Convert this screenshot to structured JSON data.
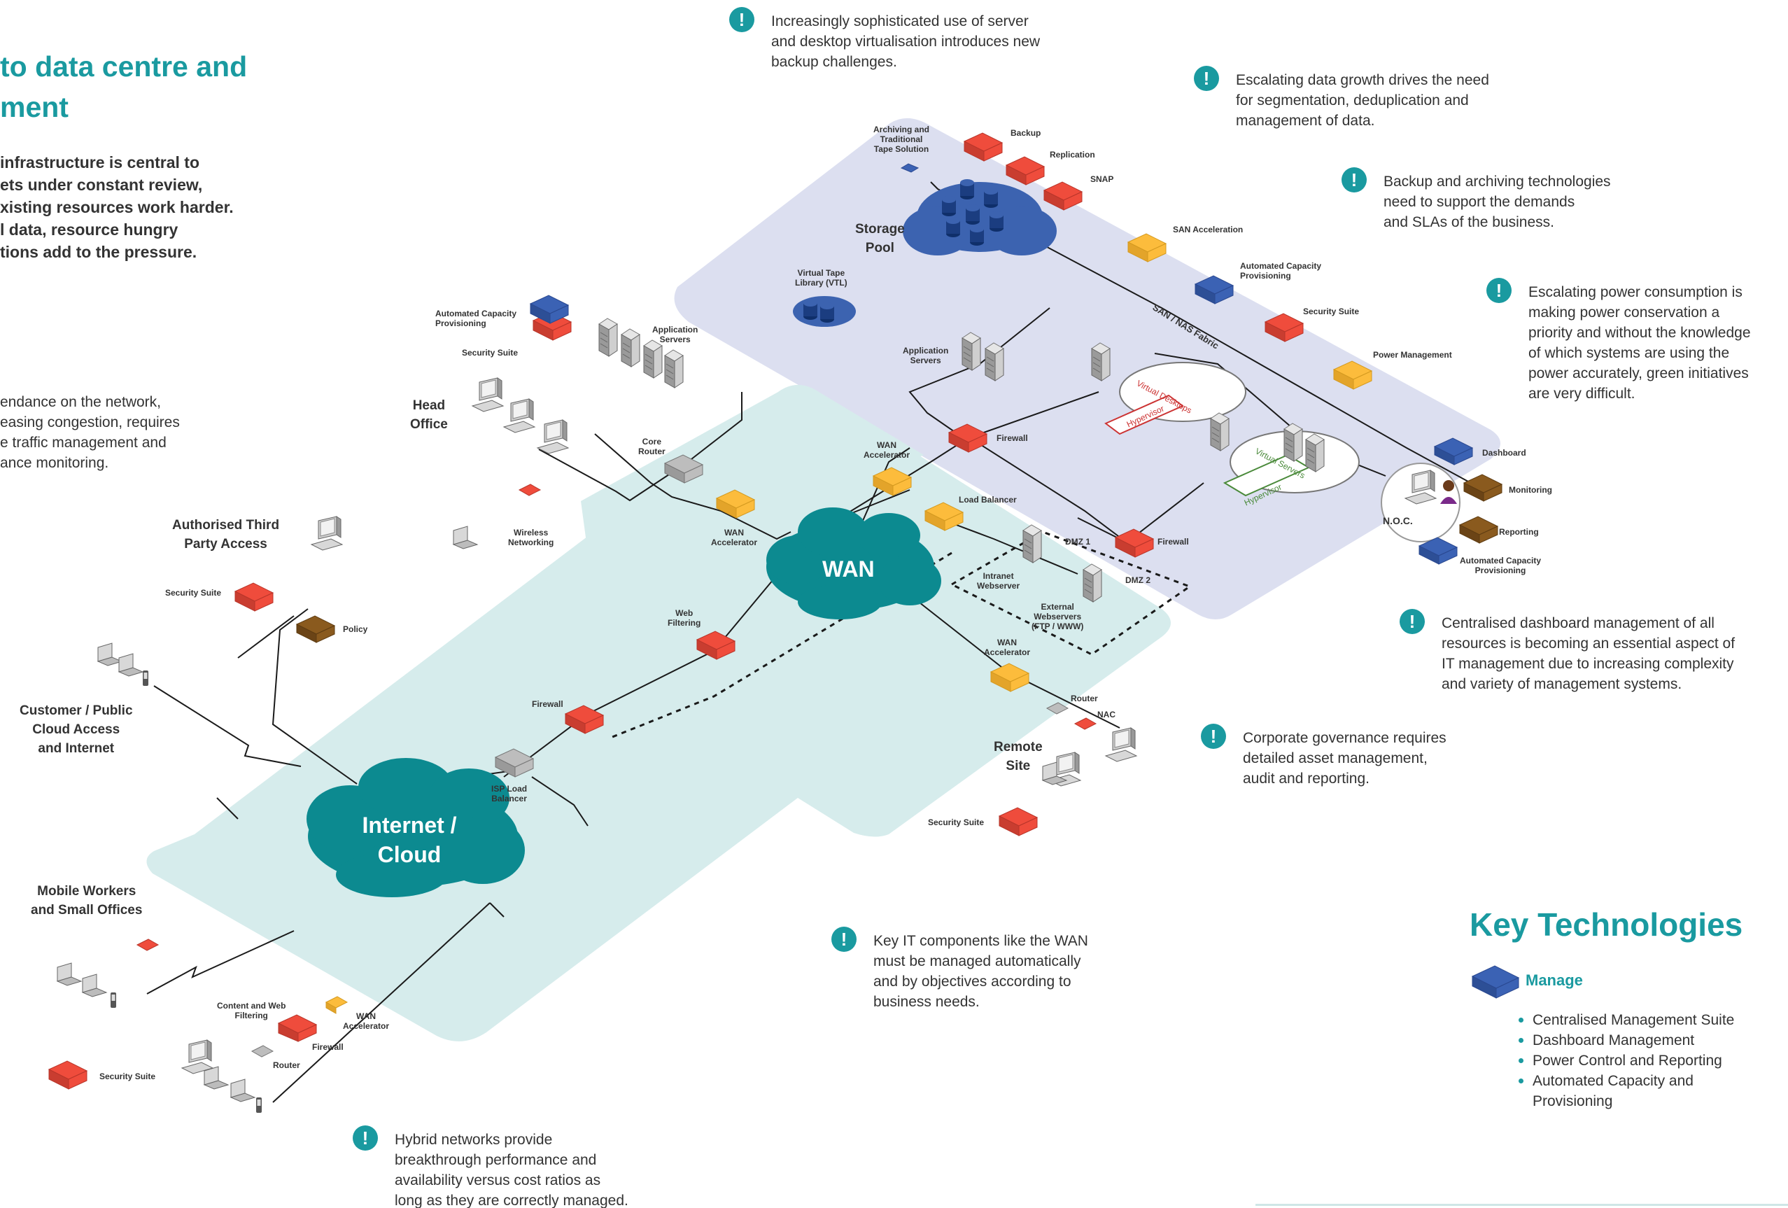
{
  "heading": {
    "line1": "to data centre and",
    "line2": "ment"
  },
  "intro": [
    "infrastructure is central to",
    "ets under constant review,",
    "xisting resources work harder.",
    "l data, resource hungry",
    "tions add to the pressure."
  ],
  "side_text": [
    "endance on the network,",
    "easing congestion, requires",
    "e traffic management and",
    "ance monitoring."
  ],
  "callouts": [
    {
      "id": "virtualisation",
      "lines": [
        "Increasingly sophisticated use of server",
        "and desktop virtualisation introduces new",
        "backup challenges."
      ]
    },
    {
      "id": "data-growth",
      "lines": [
        "Escalating data growth drives the need",
        "for segmentation, deduplication and",
        "management of data."
      ]
    },
    {
      "id": "backup",
      "lines": [
        "Backup and archiving technologies",
        "need to support the demands",
        "and SLAs of the business."
      ]
    },
    {
      "id": "power",
      "lines": [
        "Escalating power consumption is",
        "making power conservation a",
        "priority and without the knowledge",
        "of which systems are using the",
        "power accurately, green initiatives",
        "are very difficult."
      ]
    },
    {
      "id": "dashboard",
      "lines": [
        "Centralised dashboard management of all",
        "resources is becoming an essential aspect of",
        "IT management due to increasing complexity",
        "and variety of management systems."
      ]
    },
    {
      "id": "governance",
      "lines": [
        "Corporate governance requires",
        "detailed asset management,",
        "audit and reporting."
      ]
    },
    {
      "id": "wan",
      "lines": [
        "Key IT components like the WAN",
        "must be managed automatically",
        "and by objectives according to",
        "business needs."
      ]
    },
    {
      "id": "hybrid",
      "lines": [
        "Hybrid networks provide",
        "breakthrough performance and",
        "availability versus cost ratios as",
        "long as they are correctly managed."
      ]
    }
  ],
  "clouds": {
    "wan": "WAN",
    "internet_line1": "Internet /",
    "internet_line2": "Cloud"
  },
  "labels": {
    "archiving": [
      "Archiving and",
      "Traditional",
      "Tape Solution"
    ],
    "backup": "Backup",
    "replication": "Replication",
    "snap": "SNAP",
    "storage_pool": [
      "Storage",
      "Pool"
    ],
    "vtl": [
      "Virtual Tape",
      "Library (VTL)"
    ],
    "san_acceleration": "SAN Acceleration",
    "auto_cap_dc": [
      "Automated Capacity",
      "Provisioning"
    ],
    "security_suite_dc": "Security Suite",
    "power_management": "Power Management",
    "san_fabric": "SAN / NAS Fabric",
    "app_servers_dc": [
      "Application",
      "Servers"
    ],
    "virtual_desktops": "Virtual Desktops",
    "hypervisor": "Hypervisor",
    "virtual_servers": "Virtual Servers",
    "firewall_dc": "Firewall",
    "dashboard": "Dashboard",
    "monitoring": "Monitoring",
    "noc": "N.O.C.",
    "reporting": "Reporting",
    "auto_cap_noc": [
      "Automated Capacity",
      "Provisioning"
    ],
    "auto_cap_ho": [
      "Automated Capacity",
      "Provisioning"
    ],
    "security_suite_ho": "Security Suite",
    "app_servers_ho": [
      "Application",
      "Servers"
    ],
    "head_office": [
      "Head",
      "Office"
    ],
    "core_router": [
      "Core",
      "Router"
    ],
    "wireless": [
      "Wireless",
      "Networking"
    ],
    "wan_acc_ho": [
      "WAN",
      "Accelerator"
    ],
    "wan_acc_top": [
      "WAN",
      "Accelerator"
    ],
    "load_balancer": "Load Balancer",
    "dmz1": "DMZ 1",
    "dmz2": "DMZ 2",
    "firewall_dmz": "Firewall",
    "intranet": [
      "Intranet",
      "Webserver"
    ],
    "external": [
      "External",
      "Webservers",
      "(FTP / WWW)"
    ],
    "wan_acc_remote": [
      "WAN",
      "Accelerator"
    ],
    "router_remote": "Router",
    "nac": "NAC",
    "remote_site": [
      "Remote",
      "Site"
    ],
    "security_suite_remote": "Security Suite",
    "authorised": [
      "Authorised Third",
      "Party Access"
    ],
    "security_suite_3p": "Security Suite",
    "policy": "Policy",
    "customer": [
      "Customer / Public",
      "Cloud Access",
      "and Internet"
    ],
    "web_filtering": [
      "Web",
      "Filtering"
    ],
    "firewall_inet": "Firewall",
    "isp_lb": [
      "ISP Load",
      "Balancer"
    ],
    "mobile": [
      "Mobile Workers",
      "and Small Offices"
    ],
    "content_filtering": [
      "Content and Web",
      "Filtering"
    ],
    "wan_acc_small": [
      "WAN",
      "Accelerator"
    ],
    "firewall_small": "Firewall",
    "router_small": "Router",
    "security_suite_small": "Security Suite"
  },
  "key_technologies": {
    "title": "Key Technologies",
    "category": "Manage",
    "items": [
      "Centralised Management Suite",
      "Dashboard Management",
      "Power Control and Reporting",
      "Automated Capacity and",
      "Provisioning"
    ]
  },
  "colors": {
    "teal": "#1a9aa0",
    "cloud": "#0c8a90",
    "light_teal_bg": "#d6ecec",
    "light_purple_bg": "#dcdff0",
    "security_red": "#ef4c3c",
    "accelerator_yellow": "#fcbc3c",
    "manage_blue": "#3b62b4",
    "policy_brown": "#8a5a1e"
  }
}
